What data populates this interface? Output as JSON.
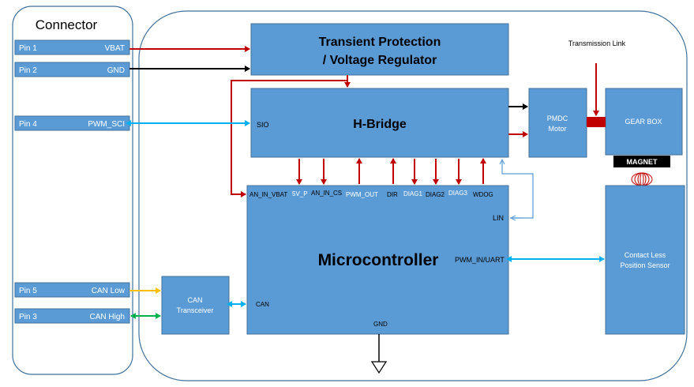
{
  "connector": {
    "title": "Connector",
    "pins": [
      {
        "pin": "Pin 1",
        "signal": "VBAT"
      },
      {
        "pin": "Pin 2",
        "signal": "GND"
      },
      {
        "pin": "Pin 4",
        "signal": "PWM_SCI"
      },
      {
        "pin": "Pin 5",
        "signal": "CAN Low"
      },
      {
        "pin": "Pin 3",
        "signal": "CAN High"
      }
    ]
  },
  "blocks": {
    "regulator": {
      "line1": "Transient Protection",
      "line2": "/ Voltage Regulator"
    },
    "hbridge": {
      "title": "H-Bridge",
      "port_sio": "SIO"
    },
    "motor": {
      "line1": "PMDC",
      "line2": "Motor"
    },
    "gearbox": "GEAR BOX",
    "magnet": "MAGNET",
    "sensor": {
      "line1": "Contact Less",
      "line2": "Position Sensor"
    },
    "can": {
      "line1": "CAN",
      "line2": "Transceiver"
    },
    "mcu": {
      "title": "Microcontroller",
      "pins_top": [
        "AN_IN_VBAT",
        "5V_P",
        "AN_IN_CS",
        "PWM_OUT",
        "DIR",
        "DIAG1",
        "DIAG2",
        "DIAG3",
        "WDOG"
      ],
      "lin": "LIN",
      "pwm_uart": "PWM_IN/UART",
      "can": "CAN",
      "gnd": "GND"
    }
  },
  "annotations": {
    "transmission_link": "Transmission Link"
  },
  "colors": {
    "block_fill": "#5b9bd5",
    "block_border": "#41719c",
    "power_line": "#c00000",
    "signal_line": "#00b0f0",
    "can_low_line": "#ffc000",
    "can_high_line": "#00b050",
    "link": "#c00000"
  }
}
